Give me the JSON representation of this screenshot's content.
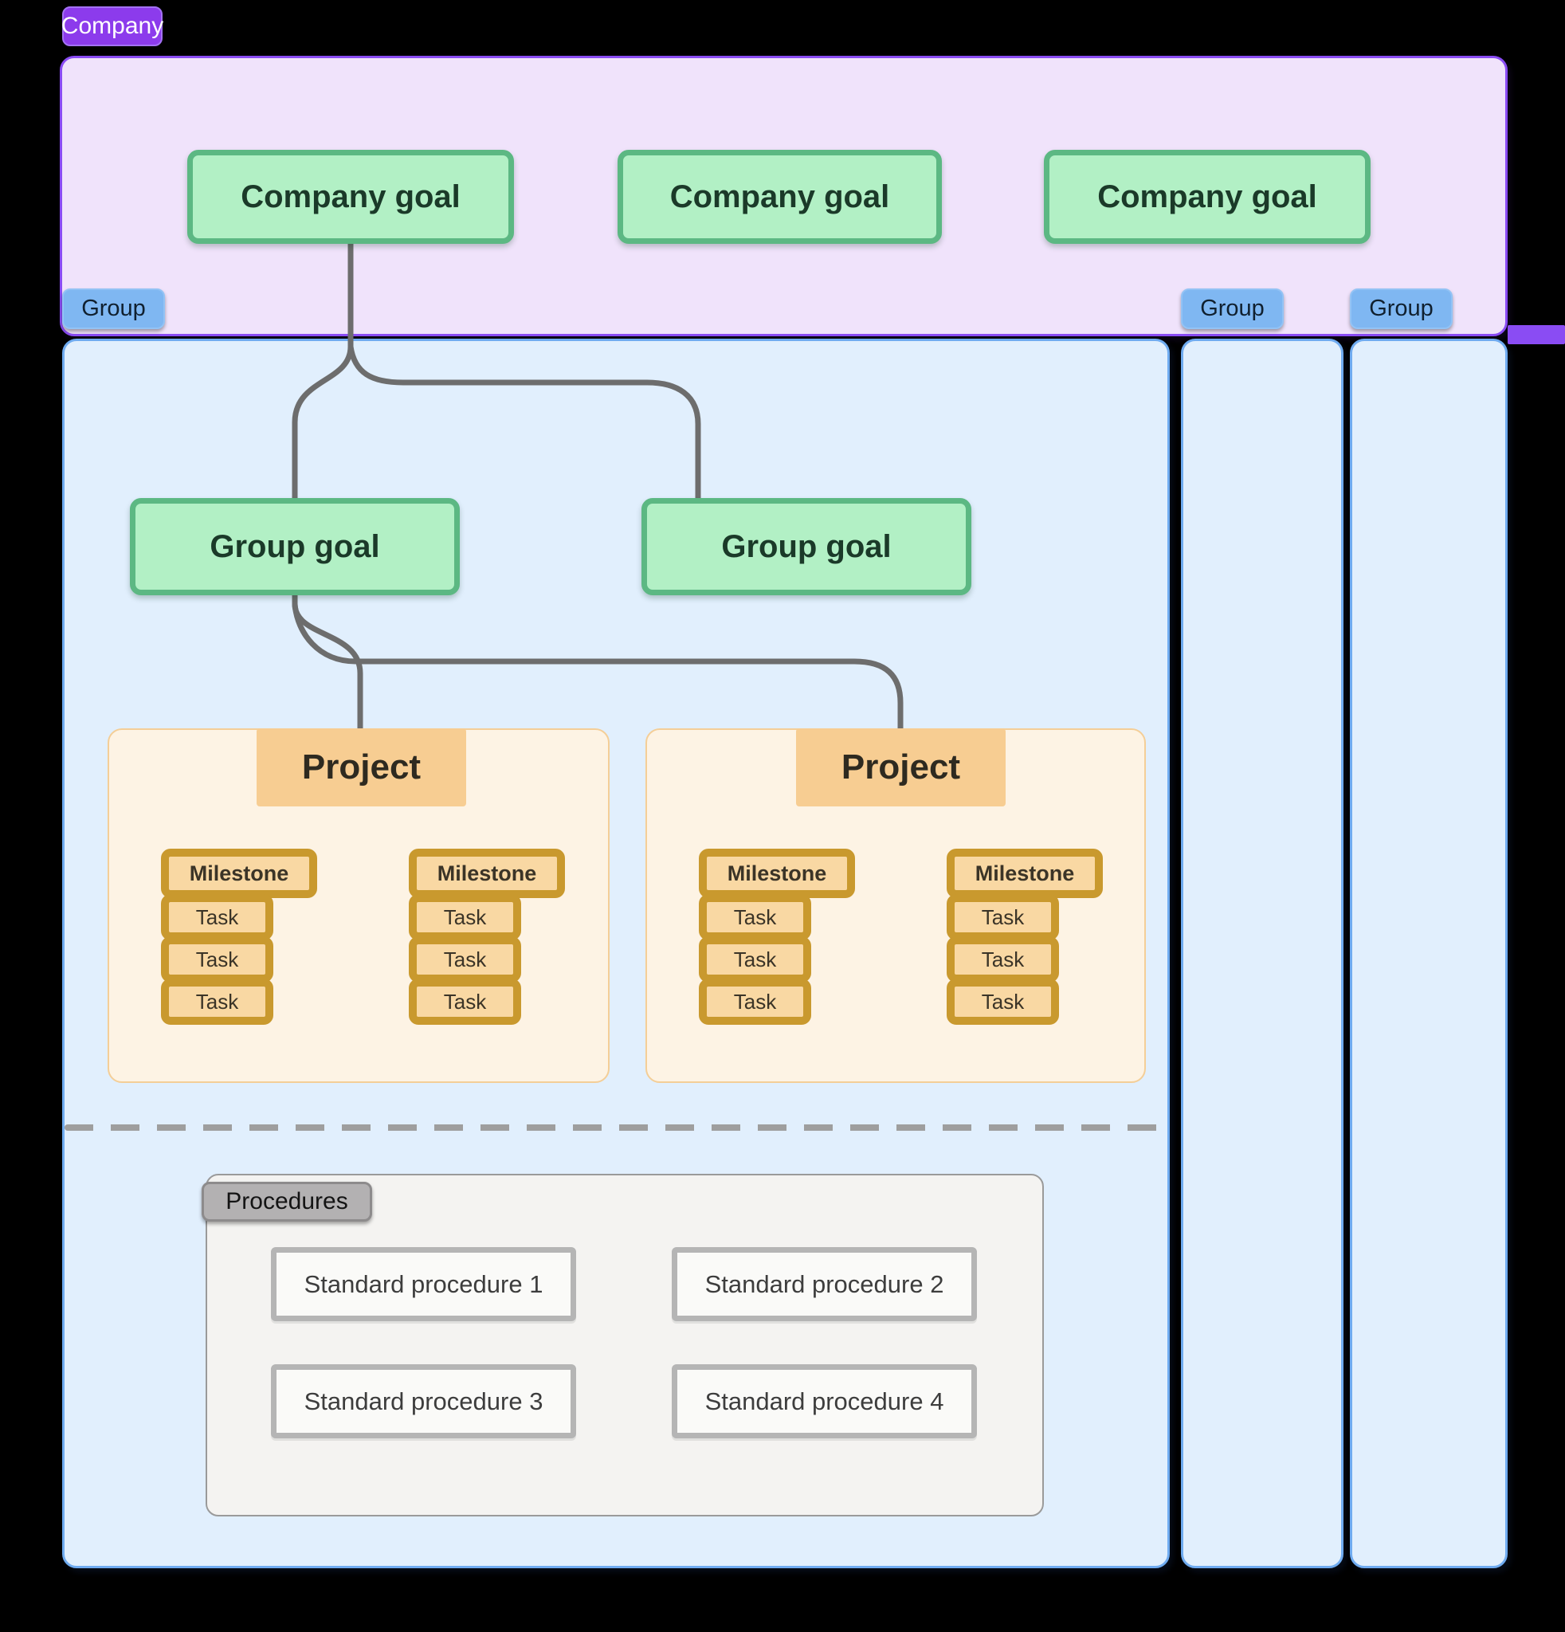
{
  "company": {
    "badge_label": "Company",
    "goal_labels": [
      "Company goal",
      "Company goal",
      "Company goal"
    ]
  },
  "groups": {
    "badge_labels": [
      "Group",
      "Group",
      "Group"
    ],
    "goal_labels": [
      "Group goal",
      "Group goal"
    ]
  },
  "projects": [
    {
      "header": "Project",
      "milestones": [
        {
          "label": "Milestone",
          "tasks": [
            "Task",
            "Task",
            "Task"
          ]
        },
        {
          "label": "Milestone",
          "tasks": [
            "Task",
            "Task",
            "Task"
          ]
        }
      ]
    },
    {
      "header": "Project",
      "milestones": [
        {
          "label": "Milestone",
          "tasks": [
            "Task",
            "Task",
            "Task"
          ]
        },
        {
          "label": "Milestone",
          "tasks": [
            "Task",
            "Task",
            "Task"
          ]
        }
      ]
    }
  ],
  "procedures": {
    "badge_label": "Procedures",
    "items": [
      "Standard procedure 1",
      "Standard procedure 2",
      "Standard procedure 3",
      "Standard procedure 4"
    ]
  },
  "edges": [
    {
      "from": "company-goal-1",
      "to": "group-goal-1"
    },
    {
      "from": "company-goal-1",
      "to": "group-goal-2"
    },
    {
      "from": "group-goal-1",
      "to": "project-1"
    },
    {
      "from": "group-goal-1",
      "to": "project-2"
    }
  ],
  "colors": {
    "canvas_bg": "#000000",
    "company_badge_purple": "#8C3BEC",
    "company_section_fill": "#F0E3FB",
    "company_section_border": "#8A4CF3",
    "goal_green_fill": "#B2F0C5",
    "goal_green_border": "#5CB883",
    "group_badge_blue": "#7FB7F2",
    "group_section_fill": "#E1EFFD",
    "group_section_border": "#6FABF0",
    "connector_gray": "#6D6D6D",
    "project_section_fill": "#FDF3E4",
    "project_header_orange": "#F7CD92",
    "milestone_gold": "#C9992E",
    "milestone_fill": "#F9D8A3",
    "procedures_fill": "#F4F3F1",
    "procedures_badge_gray": "#B3B1B2",
    "procedure_box_border": "#B5B5B5",
    "dashed_divider_gray": "#9E9E9E"
  }
}
